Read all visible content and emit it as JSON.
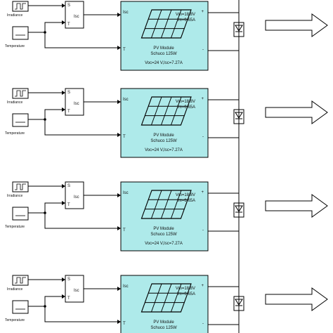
{
  "source_label": "Irradiance",
  "temp_label": "Temperature",
  "converter_ports": [
    "S",
    "Isc",
    "T"
  ],
  "module_in_ports": [
    "Isc",
    "T"
  ],
  "module_out_ports": [
    "+",
    "-"
  ],
  "module": {
    "name": "PV Module",
    "subtitle": "Schuco 125W",
    "vm": "Vm=18.8V",
    "im": "Im=6.65A",
    "ratings": "Voc=24 V,Isc=7.27A"
  },
  "rows": 4,
  "colors": {
    "module_fill": "#aeeaea",
    "line": "#000000",
    "arrow_fill": "#ffffff"
  }
}
